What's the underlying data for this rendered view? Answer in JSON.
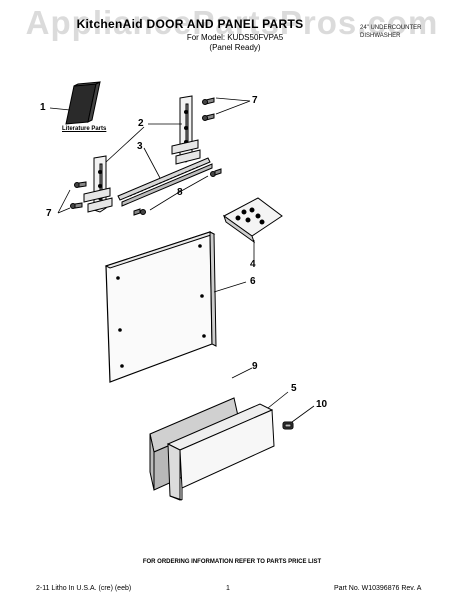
{
  "watermark": "AppliancePartsPros.com",
  "header": {
    "title": "KitchenAid DOOR AND PANEL PARTS",
    "model_line": "For Model: KUDS50FVPA5",
    "panel_note": "(Panel Ready)",
    "product_line1": "24\" UNDERCOUNTER",
    "product_line2": "DISHWASHER"
  },
  "literature_label": "Literature Parts",
  "callouts": {
    "c1": "1",
    "c2": "2",
    "c3": "3",
    "c4": "4",
    "c5": "5",
    "c6": "6",
    "c7a": "7",
    "c7b": "7",
    "c8": "8",
    "c9": "9",
    "c10": "10"
  },
  "footer": {
    "ordering": "FOR ORDERING INFORMATION REFER TO PARTS PRICE LIST",
    "litho": "2-11 Litho In U.S.A. (cre) (eeb)",
    "page": "1",
    "part_no": "Part No. W10396876 Rev. A"
  }
}
